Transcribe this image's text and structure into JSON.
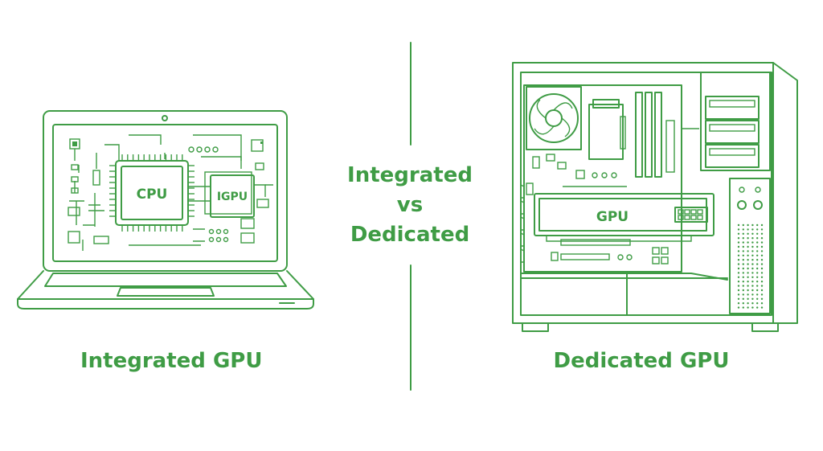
{
  "colors": {
    "accent": "#3f9c45",
    "background": "#ffffff"
  },
  "title": {
    "line1": "Integrated",
    "line2": "vs",
    "line3": "Dedicated"
  },
  "left": {
    "caption": "Integrated GPU",
    "cpu_label": "CPU",
    "igpu_label": "IGPU"
  },
  "right": {
    "caption": "Dedicated GPU",
    "gpu_label": "GPU"
  }
}
